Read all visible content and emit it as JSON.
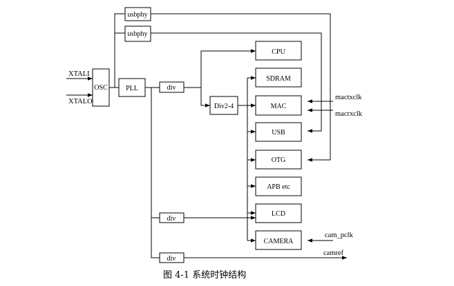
{
  "diagram": {
    "inputs": {
      "xtali": "XTALI",
      "xtalo": "XTALO"
    },
    "blocks": {
      "osc": "OSC",
      "pll": "PLL",
      "usbphy_1": "usbphy",
      "usbphy_2": "usbphy",
      "div_1": "div",
      "div_2": "div",
      "div_3": "div",
      "div2_4": "Div2-4",
      "cpu": "CPU",
      "sdram": "SDRAM",
      "mac": "MAC",
      "usb": "USB",
      "otg": "OTG",
      "apb": "APB etc",
      "lcd": "LCD",
      "camera": "CAMERA"
    },
    "signals": {
      "mactxclk": "mactxclk",
      "macrxclk": "macrxclk",
      "cam_pclk": "cam_pclk",
      "camref": "camref"
    }
  },
  "caption": "图 4-1 系统时钟结构"
}
